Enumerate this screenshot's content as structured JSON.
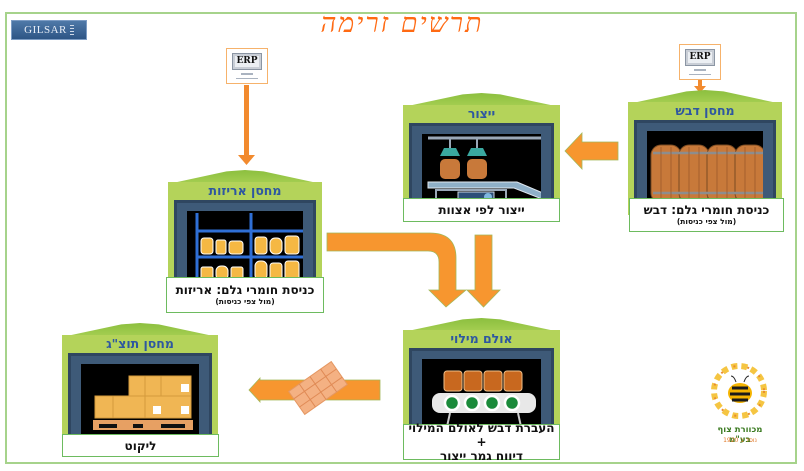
{
  "title": "תרשים זרימה",
  "brand_logo": {
    "text": "GILSAR",
    "icon": "gilsar-logo"
  },
  "company_logo": {
    "name": "מכוורת צוף בע\"מ",
    "tagline": "נוסד ב 1920",
    "icon": "bee-flower-wreath-logo"
  },
  "erp_label": "ERP",
  "colors": {
    "accent_orange": "#f7962f",
    "title_orange": "#ff6a13",
    "roof_green": "#b4d35a",
    "label_blue": "#2e57a0",
    "caption_border": "#6dbb5f"
  },
  "stations": {
    "honey_warehouse": {
      "name": "מחסן דבש",
      "caption": "כניסת חומרי גלם: דבש",
      "sub": "(מול צפי כניסות)",
      "icon": "barrels-icon",
      "erp": true
    },
    "production": {
      "name": "ייצור",
      "caption": "ייצור לפי אצוות",
      "icon": "conveyor-machine-icon"
    },
    "packaging_warehouse": {
      "name": "מחסן אריזות",
      "caption": "כניסת חומרי גלם: אריזות",
      "sub": "(מול צפי כניסות)",
      "icon": "jar-shelves-icon",
      "erp": true
    },
    "filling_hall": {
      "name": "אולם מילוי",
      "caption_line1": "העברת דבש לאולם המילוי +",
      "caption_line2": "דיווח גמר ייצור",
      "icon": "filling-machine-icon"
    },
    "finished_goods_warehouse": {
      "name": "מחסן תוצ\"ג",
      "caption": "ליקוט",
      "icon": "boxes-on-pallet-icon"
    }
  },
  "flows": [
    {
      "from": "erp",
      "to": "honey_warehouse"
    },
    {
      "from": "honey_warehouse",
      "to": "production"
    },
    {
      "from": "erp",
      "to": "packaging_warehouse"
    },
    {
      "from": "packaging_warehouse",
      "to": "filling_hall"
    },
    {
      "from": "production",
      "to": "filling_hall"
    },
    {
      "from": "filling_hall",
      "to": "finished_goods_warehouse"
    }
  ]
}
